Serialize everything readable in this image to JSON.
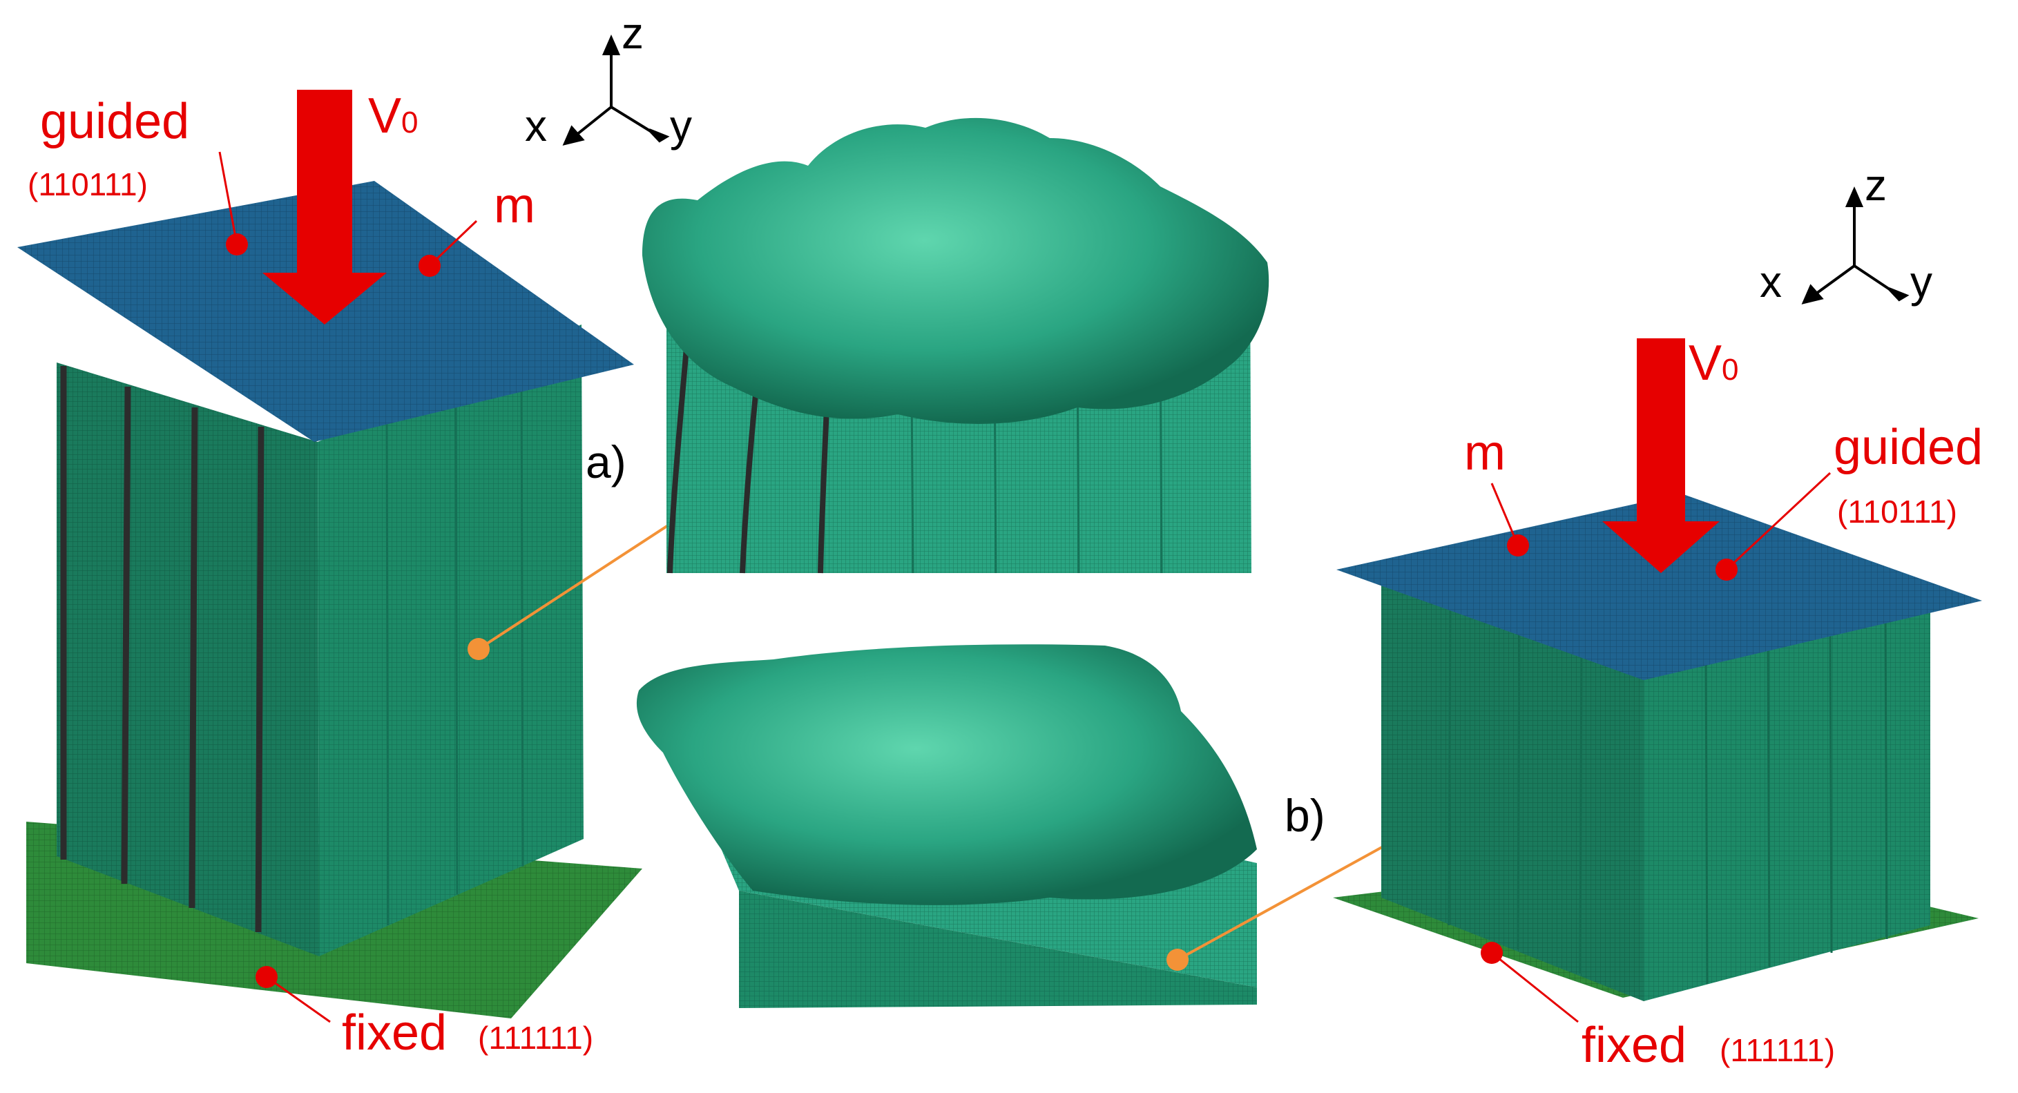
{
  "left_model": {
    "velocity_label": "V",
    "velocity_sub": "0",
    "guided_label": "guided",
    "guided_code": "(110111)",
    "mass_label": "m",
    "fixed_label": "fixed",
    "fixed_code": "(111111)"
  },
  "right_model": {
    "velocity_label": "V",
    "velocity_sub": "0",
    "guided_label": "guided",
    "guided_code": "(110111)",
    "mass_label": "m",
    "fixed_label": "fixed",
    "fixed_code": "(111111)"
  },
  "axes_left": {
    "z": "z",
    "x": "x",
    "y": "y"
  },
  "axes_right": {
    "z": "z",
    "x": "x",
    "y": "y"
  },
  "panel_a": "a)",
  "panel_b": "b)",
  "colors": {
    "annotation_red": "#e60000",
    "leader_orange": "#f39237",
    "plate_top_blue": "#1f5f8a",
    "plate_bottom_green": "#2f8a3a",
    "column_teal": "#1f8466",
    "mesh_teal": "#2fa885"
  }
}
